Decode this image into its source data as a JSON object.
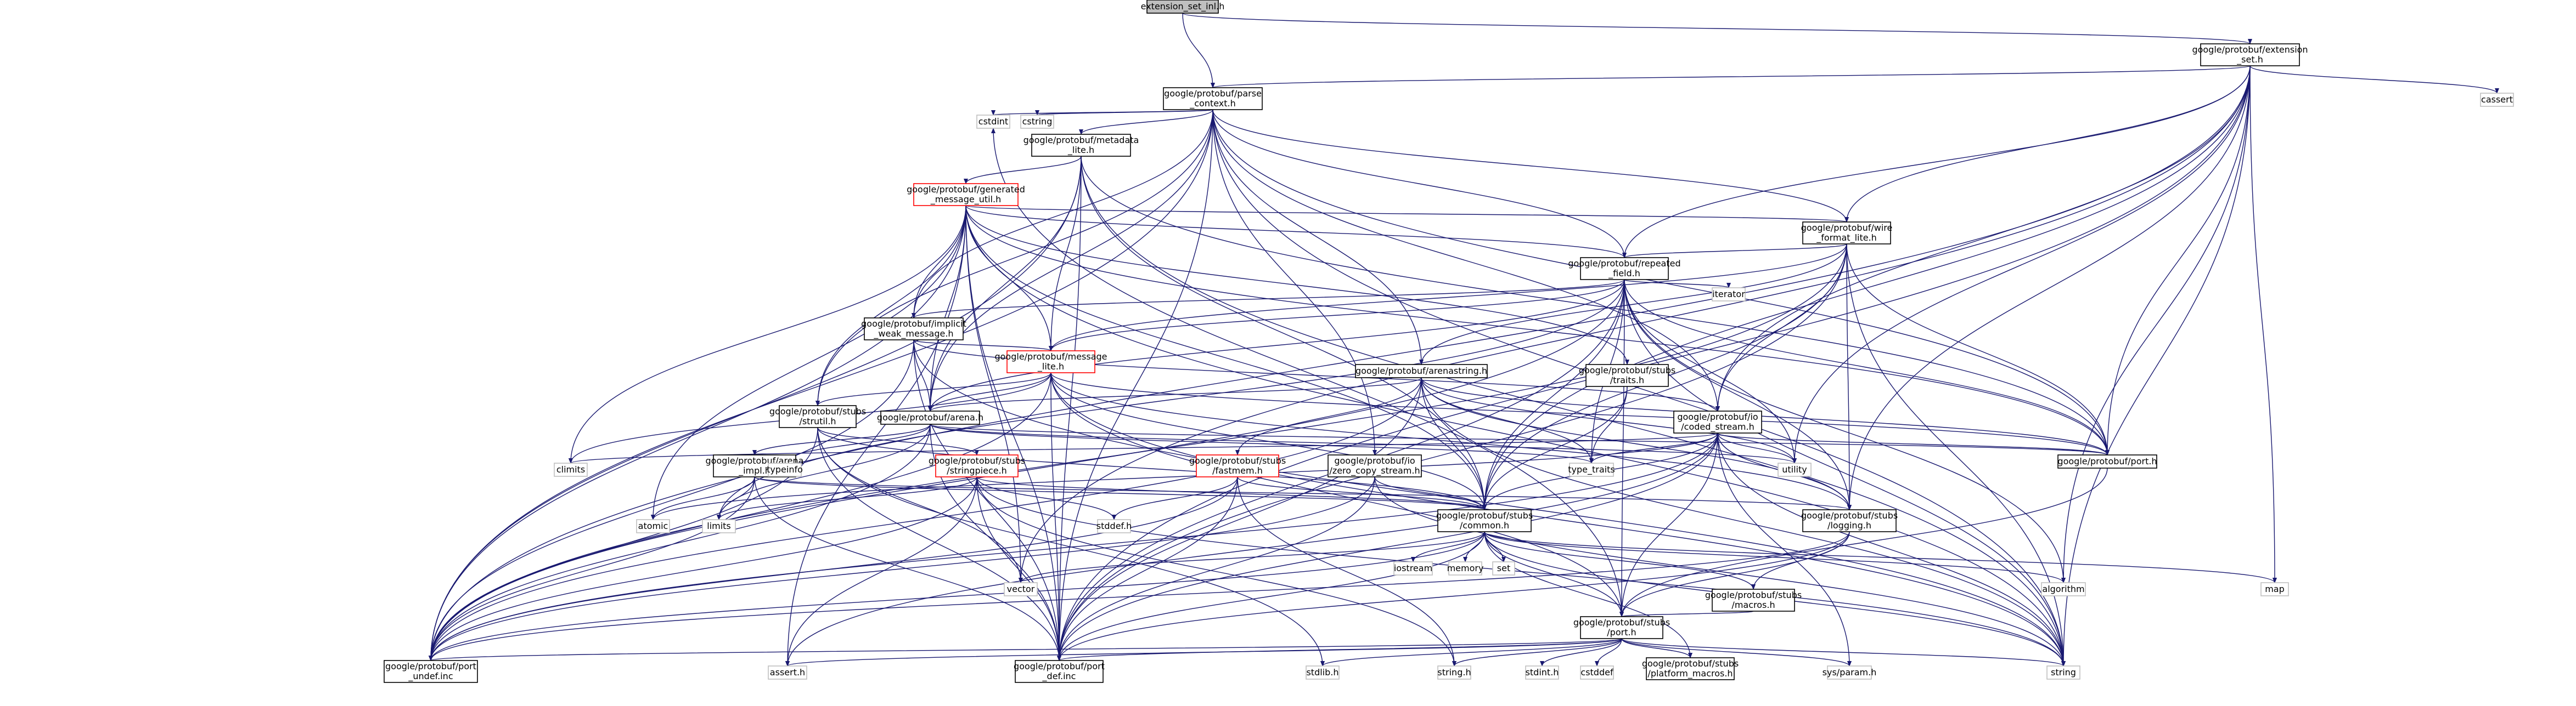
{
  "diagram": {
    "type": "include-dependency-graph",
    "edge_color": "#191970",
    "highlight_color": "#ff0000",
    "root_fill": "#bfbfbf",
    "nodes": [
      {
        "id": "ext_int",
        "lines": [
          "extension_set_inl.h"
        ],
        "style": "root"
      },
      {
        "id": "ext_set",
        "lines": [
          "google/protobuf/extension",
          "_set.h"
        ]
      },
      {
        "id": "parse_ctx",
        "lines": [
          "google/protobuf/parse",
          "_context.h"
        ]
      },
      {
        "id": "cassert",
        "lines": [
          "cassert"
        ],
        "style": "plain"
      },
      {
        "id": "cstdint",
        "lines": [
          "cstdint"
        ],
        "style": "plain"
      },
      {
        "id": "cstring",
        "lines": [
          "cstring"
        ],
        "style": "plain"
      },
      {
        "id": "metadata",
        "lines": [
          "google/protobuf/metadata",
          "_lite.h"
        ]
      },
      {
        "id": "gen_msg",
        "lines": [
          "google/protobuf/generated",
          "_message_util.h"
        ],
        "style": "red"
      },
      {
        "id": "wire_fmt",
        "lines": [
          "google/protobuf/wire",
          "_format_lite.h"
        ]
      },
      {
        "id": "rep_field",
        "lines": [
          "google/protobuf/repeated",
          "_field.h"
        ]
      },
      {
        "id": "iterator",
        "lines": [
          "iterator"
        ],
        "style": "plain"
      },
      {
        "id": "implicit",
        "lines": [
          "google/protobuf/implicit",
          "_weak_message.h"
        ]
      },
      {
        "id": "msg_lite",
        "lines": [
          "google/protobuf/message",
          "_lite.h"
        ],
        "style": "red"
      },
      {
        "id": "arenastring",
        "lines": [
          "google/protobuf/arenastring.h"
        ]
      },
      {
        "id": "traits",
        "lines": [
          "google/protobuf/stubs",
          "/traits.h"
        ]
      },
      {
        "id": "strutil",
        "lines": [
          "google/protobuf/stubs",
          "/strutil.h"
        ]
      },
      {
        "id": "arena",
        "lines": [
          "google/protobuf/arena.h"
        ]
      },
      {
        "id": "coded",
        "lines": [
          "google/protobuf/io",
          "/coded_stream.h"
        ]
      },
      {
        "id": "arena_impl",
        "lines": [
          "google/protobuf/arena",
          "_impl.h"
        ]
      },
      {
        "id": "stringpiece",
        "lines": [
          "google/protobuf/stubs",
          "/stringpiece.h"
        ],
        "style": "red"
      },
      {
        "id": "fastmem",
        "lines": [
          "google/protobuf/stubs",
          "/fastmem.h"
        ],
        "style": "red"
      },
      {
        "id": "zero_copy",
        "lines": [
          "google/protobuf/io",
          "/zero_copy_stream.h"
        ]
      },
      {
        "id": "port_h",
        "lines": [
          "google/protobuf/port.h"
        ]
      },
      {
        "id": "climits",
        "lines": [
          "climits"
        ],
        "style": "plain"
      },
      {
        "id": "typeinfo",
        "lines": [
          "typeinfo"
        ],
        "style": "plain"
      },
      {
        "id": "type_traits",
        "lines": [
          "type_traits"
        ],
        "style": "plain"
      },
      {
        "id": "utility",
        "lines": [
          "utility"
        ],
        "style": "plain"
      },
      {
        "id": "atomic",
        "lines": [
          "atomic"
        ],
        "style": "plain"
      },
      {
        "id": "limits",
        "lines": [
          "limits"
        ],
        "style": "plain"
      },
      {
        "id": "stddef",
        "lines": [
          "stddef.h"
        ],
        "style": "plain"
      },
      {
        "id": "common",
        "lines": [
          "google/protobuf/stubs",
          "/common.h"
        ]
      },
      {
        "id": "logging",
        "lines": [
          "google/protobuf/stubs",
          "/logging.h"
        ]
      },
      {
        "id": "iostream",
        "lines": [
          "iostream"
        ],
        "style": "plain"
      },
      {
        "id": "memory",
        "lines": [
          "memory"
        ],
        "style": "plain"
      },
      {
        "id": "set",
        "lines": [
          "set"
        ],
        "style": "plain"
      },
      {
        "id": "vector",
        "lines": [
          "vector"
        ],
        "style": "plain"
      },
      {
        "id": "map",
        "lines": [
          "map"
        ],
        "style": "plain"
      },
      {
        "id": "algorithm",
        "lines": [
          "algorithm"
        ],
        "style": "plain"
      },
      {
        "id": "macros",
        "lines": [
          "google/protobuf/stubs",
          "/macros.h"
        ]
      },
      {
        "id": "stubs_port",
        "lines": [
          "google/protobuf/stubs",
          "/port.h"
        ]
      },
      {
        "id": "port_undef",
        "lines": [
          "google/protobuf/port",
          "_undef.inc"
        ]
      },
      {
        "id": "port_def",
        "lines": [
          "google/protobuf/port",
          "_def.inc"
        ]
      },
      {
        "id": "assert_h",
        "lines": [
          "assert.h"
        ],
        "style": "plain"
      },
      {
        "id": "stdlib",
        "lines": [
          "stdlib.h"
        ],
        "style": "plain"
      },
      {
        "id": "string_h",
        "lines": [
          "string.h"
        ],
        "style": "plain"
      },
      {
        "id": "stdint",
        "lines": [
          "stdint.h"
        ],
        "style": "plain"
      },
      {
        "id": "cstddef",
        "lines": [
          "cstddef"
        ],
        "style": "plain"
      },
      {
        "id": "platform",
        "lines": [
          "google/protobuf/stubs",
          "/platform_macros.h"
        ]
      },
      {
        "id": "sysparam",
        "lines": [
          "sys/param.h"
        ],
        "style": "plain"
      },
      {
        "id": "string",
        "lines": [
          "string"
        ],
        "style": "plain"
      }
    ],
    "edges": [
      [
        "ext_int",
        "ext_set"
      ],
      [
        "ext_int",
        "parse_ctx"
      ],
      [
        "ext_set",
        "cassert"
      ],
      [
        "ext_set",
        "map"
      ],
      [
        "ext_set",
        "string"
      ],
      [
        "ext_set",
        "utility"
      ],
      [
        "ext_set",
        "vector"
      ],
      [
        "ext_set",
        "common"
      ],
      [
        "ext_set",
        "logging"
      ],
      [
        "ext_set",
        "coded"
      ],
      [
        "ext_set",
        "port_h"
      ],
      [
        "ext_set",
        "rep_field"
      ],
      [
        "ext_set",
        "wire_fmt"
      ],
      [
        "ext_set",
        "port_def"
      ],
      [
        "ext_set",
        "port_undef"
      ],
      [
        "ext_set",
        "parse_ctx"
      ],
      [
        "ext_set",
        "algorithm"
      ],
      [
        "parse_ctx",
        "cstdint"
      ],
      [
        "parse_ctx",
        "cstring"
      ],
      [
        "parse_ctx",
        "string"
      ],
      [
        "parse_ctx",
        "coded"
      ],
      [
        "parse_ctx",
        "zero_copy"
      ],
      [
        "parse_ctx",
        "arena"
      ],
      [
        "parse_ctx",
        "arenastring"
      ],
      [
        "parse_ctx",
        "implicit"
      ],
      [
        "parse_ctx",
        "metadata"
      ],
      [
        "parse_ctx",
        "port_h"
      ],
      [
        "parse_ctx",
        "rep_field"
      ],
      [
        "parse_ctx",
        "wire_fmt"
      ],
      [
        "parse_ctx",
        "strutil"
      ],
      [
        "parse_ctx",
        "port_def"
      ],
      [
        "parse_ctx",
        "port_undef"
      ],
      [
        "metadata",
        "string"
      ],
      [
        "metadata",
        "common"
      ],
      [
        "metadata",
        "arena"
      ],
      [
        "metadata",
        "gen_msg"
      ],
      [
        "metadata",
        "msg_lite"
      ],
      [
        "metadata",
        "port_h"
      ],
      [
        "metadata",
        "port_def"
      ],
      [
        "metadata",
        "port_undef"
      ],
      [
        "gen_msg",
        "assert_h"
      ],
      [
        "gen_msg",
        "atomic"
      ],
      [
        "gen_msg",
        "climits"
      ],
      [
        "gen_msg",
        "string"
      ],
      [
        "gen_msg",
        "vector"
      ],
      [
        "gen_msg",
        "common"
      ],
      [
        "gen_msg",
        "wire_fmt"
      ],
      [
        "gen_msg",
        "arena"
      ],
      [
        "gen_msg",
        "implicit"
      ],
      [
        "gen_msg",
        "msg_lite"
      ],
      [
        "gen_msg",
        "port_h"
      ],
      [
        "gen_msg",
        "rep_field"
      ],
      [
        "gen_msg",
        "strutil"
      ],
      [
        "gen_msg",
        "traits"
      ],
      [
        "gen_msg",
        "port_def"
      ],
      [
        "gen_msg",
        "port_undef"
      ],
      [
        "wire_fmt",
        "string"
      ],
      [
        "wire_fmt",
        "common"
      ],
      [
        "wire_fmt",
        "logging"
      ],
      [
        "wire_fmt",
        "coded"
      ],
      [
        "wire_fmt",
        "arenastring"
      ],
      [
        "wire_fmt",
        "msg_lite"
      ],
      [
        "wire_fmt",
        "port_h"
      ],
      [
        "wire_fmt",
        "rep_field"
      ],
      [
        "wire_fmt",
        "port_def"
      ],
      [
        "wire_fmt",
        "port_undef"
      ],
      [
        "rep_field",
        "utility"
      ],
      [
        "rep_field",
        "algorithm"
      ],
      [
        "rep_field",
        "iterator"
      ],
      [
        "rep_field",
        "limits"
      ],
      [
        "rep_field",
        "string"
      ],
      [
        "rep_field",
        "type_traits"
      ],
      [
        "rep_field",
        "logging"
      ],
      [
        "rep_field",
        "common"
      ],
      [
        "rep_field",
        "arena"
      ],
      [
        "rep_field",
        "implicit"
      ],
      [
        "rep_field",
        "msg_lite"
      ],
      [
        "rep_field",
        "port_h"
      ],
      [
        "rep_field",
        "stubs_port"
      ],
      [
        "rep_field",
        "port_def"
      ],
      [
        "rep_field",
        "port_undef"
      ],
      [
        "implicit",
        "string"
      ],
      [
        "implicit",
        "coded"
      ],
      [
        "implicit",
        "arena"
      ],
      [
        "implicit",
        "msg_lite"
      ],
      [
        "implicit",
        "port_def"
      ],
      [
        "implicit",
        "port_undef"
      ],
      [
        "msg_lite",
        "climits"
      ],
      [
        "msg_lite",
        "string"
      ],
      [
        "msg_lite",
        "common"
      ],
      [
        "msg_lite",
        "logging"
      ],
      [
        "msg_lite",
        "arena"
      ],
      [
        "msg_lite",
        "stubs_port"
      ],
      [
        "msg_lite",
        "strutil"
      ],
      [
        "msg_lite",
        "port_h"
      ],
      [
        "msg_lite",
        "port_def"
      ],
      [
        "msg_lite",
        "port_undef"
      ],
      [
        "arenastring",
        "string"
      ],
      [
        "arenastring",
        "type_traits"
      ],
      [
        "arenastring",
        "utility"
      ],
      [
        "arenastring",
        "logging"
      ],
      [
        "arenastring",
        "common"
      ],
      [
        "arenastring",
        "fastmem"
      ],
      [
        "arenastring",
        "arena"
      ],
      [
        "arenastring",
        "port_h"
      ],
      [
        "arenastring",
        "port_def"
      ],
      [
        "arenastring",
        "port_undef"
      ],
      [
        "traits",
        "type_traits"
      ],
      [
        "traits",
        "common"
      ],
      [
        "strutil",
        "stdlib"
      ],
      [
        "strutil",
        "vector"
      ],
      [
        "strutil",
        "common"
      ],
      [
        "strutil",
        "stringpiece"
      ],
      [
        "strutil",
        "port_def"
      ],
      [
        "strutil",
        "port_undef"
      ],
      [
        "arena",
        "limits"
      ],
      [
        "arena",
        "type_traits"
      ],
      [
        "arena",
        "utility"
      ],
      [
        "arena",
        "typeinfo"
      ],
      [
        "arena",
        "arena_impl"
      ],
      [
        "arena",
        "port_h"
      ],
      [
        "arena",
        "port_def"
      ],
      [
        "arena",
        "port_undef"
      ],
      [
        "coded",
        "assert_h"
      ],
      [
        "coded",
        "atomic"
      ],
      [
        "coded",
        "climits"
      ],
      [
        "coded",
        "string"
      ],
      [
        "coded",
        "type_traits"
      ],
      [
        "coded",
        "utility"
      ],
      [
        "coded",
        "sysparam"
      ],
      [
        "coded",
        "common"
      ],
      [
        "coded",
        "logging"
      ],
      [
        "coded",
        "stubs_port"
      ],
      [
        "coded",
        "port_h"
      ],
      [
        "coded",
        "port_def"
      ],
      [
        "coded",
        "port_undef"
      ],
      [
        "arena_impl",
        "atomic"
      ],
      [
        "arena_impl",
        "limits"
      ],
      [
        "arena_impl",
        "common"
      ],
      [
        "arena_impl",
        "logging"
      ],
      [
        "arena_impl",
        "port_def"
      ],
      [
        "arena_impl",
        "port_undef"
      ],
      [
        "stringpiece",
        "assert_h"
      ],
      [
        "stringpiece",
        "stddef"
      ],
      [
        "stringpiece",
        "string"
      ],
      [
        "stringpiece",
        "string_h"
      ],
      [
        "stringpiece",
        "limits"
      ],
      [
        "stringpiece",
        "common"
      ],
      [
        "stringpiece",
        "port_def"
      ],
      [
        "stringpiece",
        "port_undef"
      ],
      [
        "fastmem",
        "stddef"
      ],
      [
        "fastmem",
        "string_h"
      ],
      [
        "fastmem",
        "common"
      ],
      [
        "fastmem",
        "port_def"
      ],
      [
        "fastmem",
        "port_undef"
      ],
      [
        "zero_copy",
        "string"
      ],
      [
        "zero_copy",
        "common"
      ],
      [
        "zero_copy",
        "port_def"
      ],
      [
        "zero_copy",
        "port_undef"
      ],
      [
        "port_h",
        "stubs_port"
      ],
      [
        "common",
        "algorithm"
      ],
      [
        "common",
        "iostream"
      ],
      [
        "common",
        "map"
      ],
      [
        "common",
        "memory"
      ],
      [
        "common",
        "set"
      ],
      [
        "common",
        "string"
      ],
      [
        "common",
        "vector"
      ],
      [
        "common",
        "stubs_port"
      ],
      [
        "common",
        "macros"
      ],
      [
        "common",
        "platform"
      ],
      [
        "common",
        "port_def"
      ],
      [
        "common",
        "port_undef"
      ],
      [
        "logging",
        "macros"
      ],
      [
        "logging",
        "stubs_port"
      ],
      [
        "logging",
        "port_def"
      ],
      [
        "logging",
        "port_undef"
      ],
      [
        "macros",
        "stubs_port"
      ],
      [
        "stubs_port",
        "assert_h"
      ],
      [
        "stubs_port",
        "cstdint"
      ],
      [
        "stubs_port",
        "stdlib"
      ],
      [
        "stubs_port",
        "cstddef"
      ],
      [
        "stubs_port",
        "string"
      ],
      [
        "stubs_port",
        "string_h"
      ],
      [
        "stubs_port",
        "stdint"
      ],
      [
        "stubs_port",
        "platform"
      ],
      [
        "stubs_port",
        "sysparam"
      ],
      [
        "stubs_port",
        "port_def"
      ],
      [
        "stubs_port",
        "port_undef"
      ]
    ]
  }
}
